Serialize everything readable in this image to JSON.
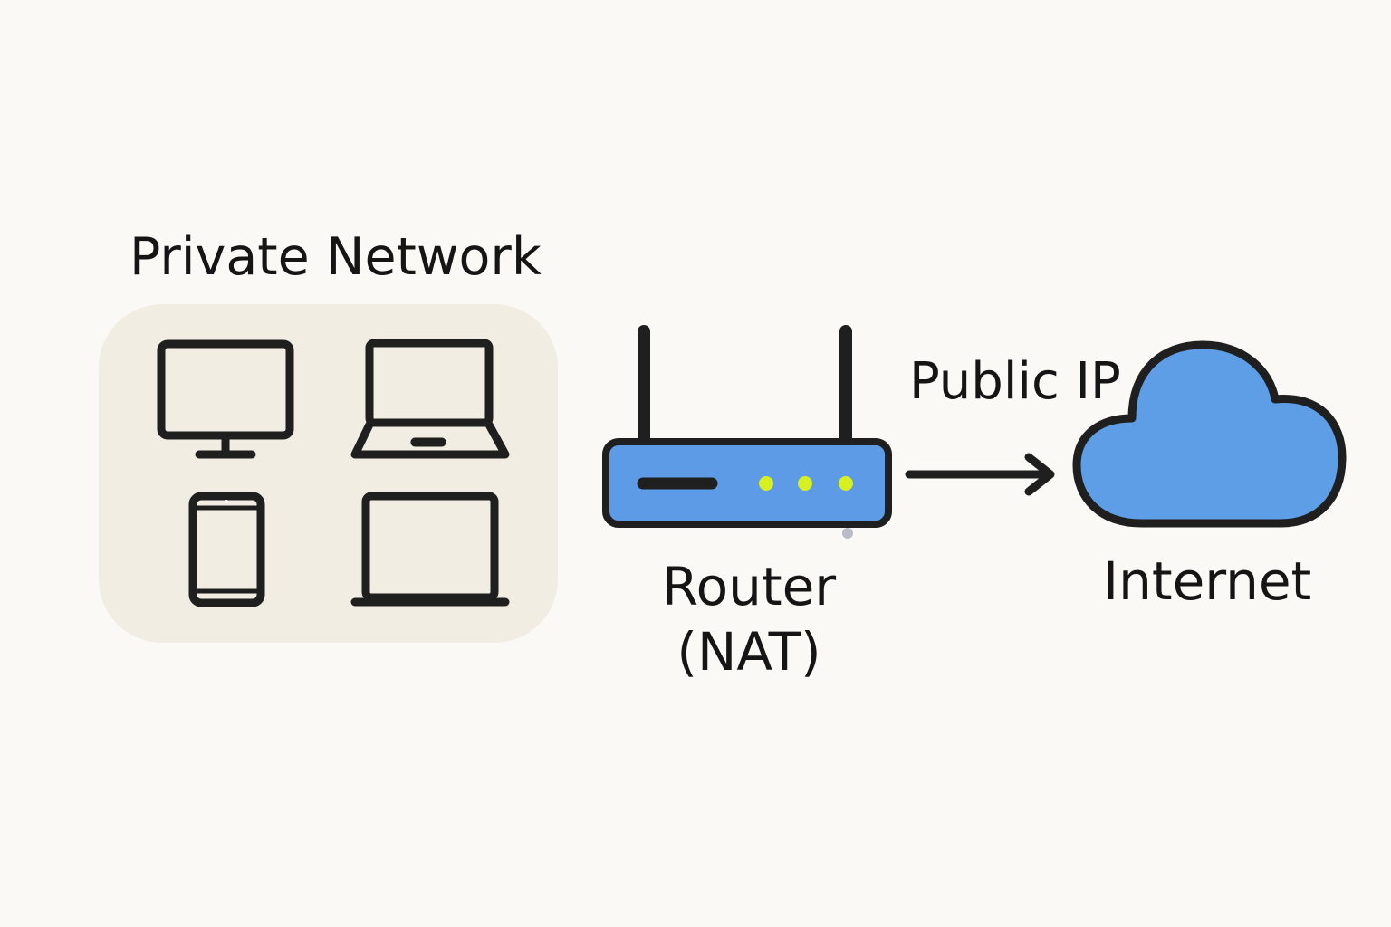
{
  "private_network": {
    "title": "Private Network",
    "devices": [
      {
        "icon": "desktop-monitor-icon"
      },
      {
        "icon": "laptop-icon"
      },
      {
        "icon": "smartphone-icon"
      },
      {
        "icon": "notebook-laptop-icon"
      }
    ]
  },
  "router": {
    "label_line1": "Router",
    "label_line2": "(NAT)",
    "icon": "router-icon"
  },
  "connection": {
    "label": "Public IP",
    "icon": "arrow-right-icon"
  },
  "internet": {
    "label": "Internet",
    "icon": "cloud-icon"
  },
  "colors": {
    "background": "#faf9f5",
    "device_panel": "#f2ede3",
    "router_body": "#5d9be6",
    "cloud_fill": "#5e9ee7",
    "led": "#d8f020",
    "outline": "#1f1f1f"
  }
}
